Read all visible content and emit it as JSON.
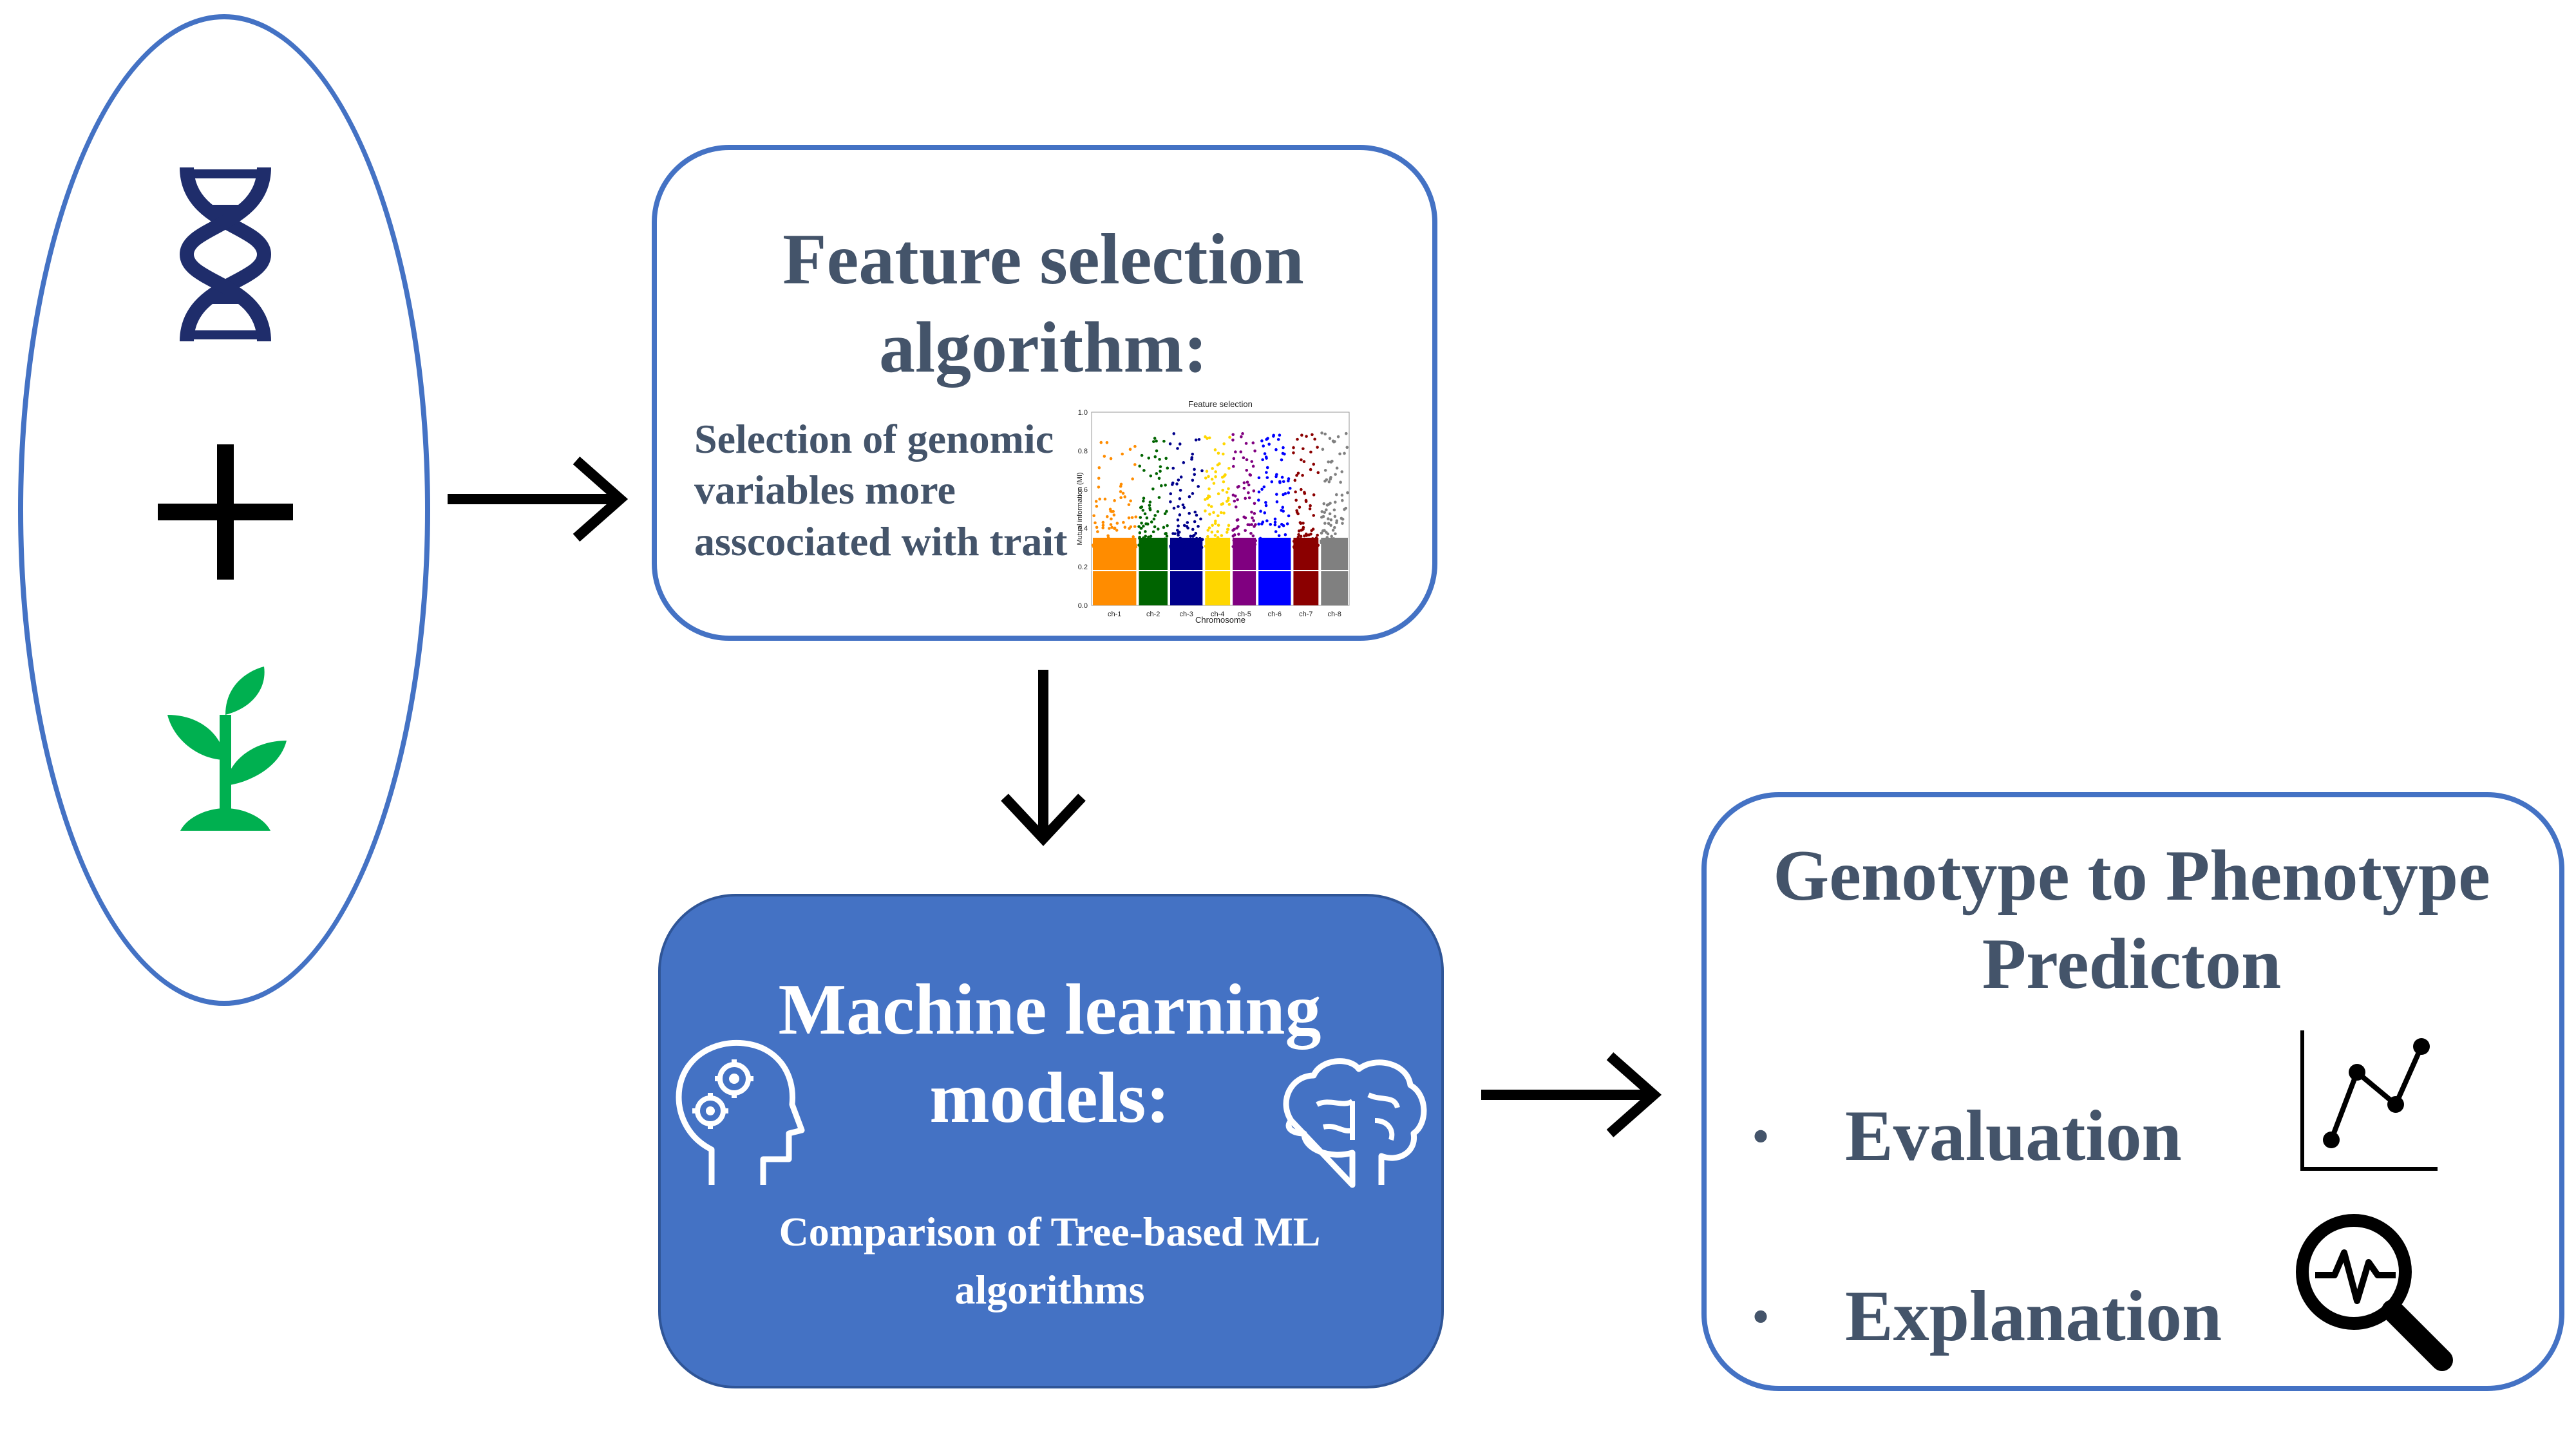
{
  "feature_box": {
    "title": "Feature selection algorithm:",
    "description": "Selection of genomic variables more asscociated with trait"
  },
  "inset_chart": {
    "chart_data": {
      "type": "scatter",
      "title": "Feature selection",
      "xlabel": "Chromosome",
      "ylabel": "Mutual information (MI)",
      "ylim": [
        0,
        1.0
      ],
      "yticks": [
        "0.0",
        "0.2",
        "0.4",
        "0.6",
        "0.8",
        "1.0"
      ],
      "categories": [
        "ch-1",
        "ch-2",
        "ch-3",
        "ch-4",
        "ch-5",
        "ch-6",
        "ch-7",
        "ch-8"
      ],
      "colors": [
        "#ff8c00",
        "#006400",
        "#00008b",
        "#ffd700",
        "#800080",
        "#0000ff",
        "#8b0000",
        "#808080"
      ],
      "threshold": 0.18
    }
  },
  "ml_box": {
    "title": "Machine learning models:",
    "description": "Comparison of Tree-based ML algorithms"
  },
  "gp_box": {
    "title": "Genotype to Phenotype Predicton",
    "bullets": [
      "Evaluation",
      "Explanation"
    ]
  },
  "icons": [
    "dna-icon",
    "plus-icon",
    "plant-icon",
    "head-gears-icon",
    "brain-icon",
    "line-chart-icon",
    "magnifier-pulse-icon"
  ],
  "colors": {
    "accent": "#4472c4",
    "text": "#44546a",
    "dna": "#1f2d6b",
    "plant": "#00b050"
  }
}
